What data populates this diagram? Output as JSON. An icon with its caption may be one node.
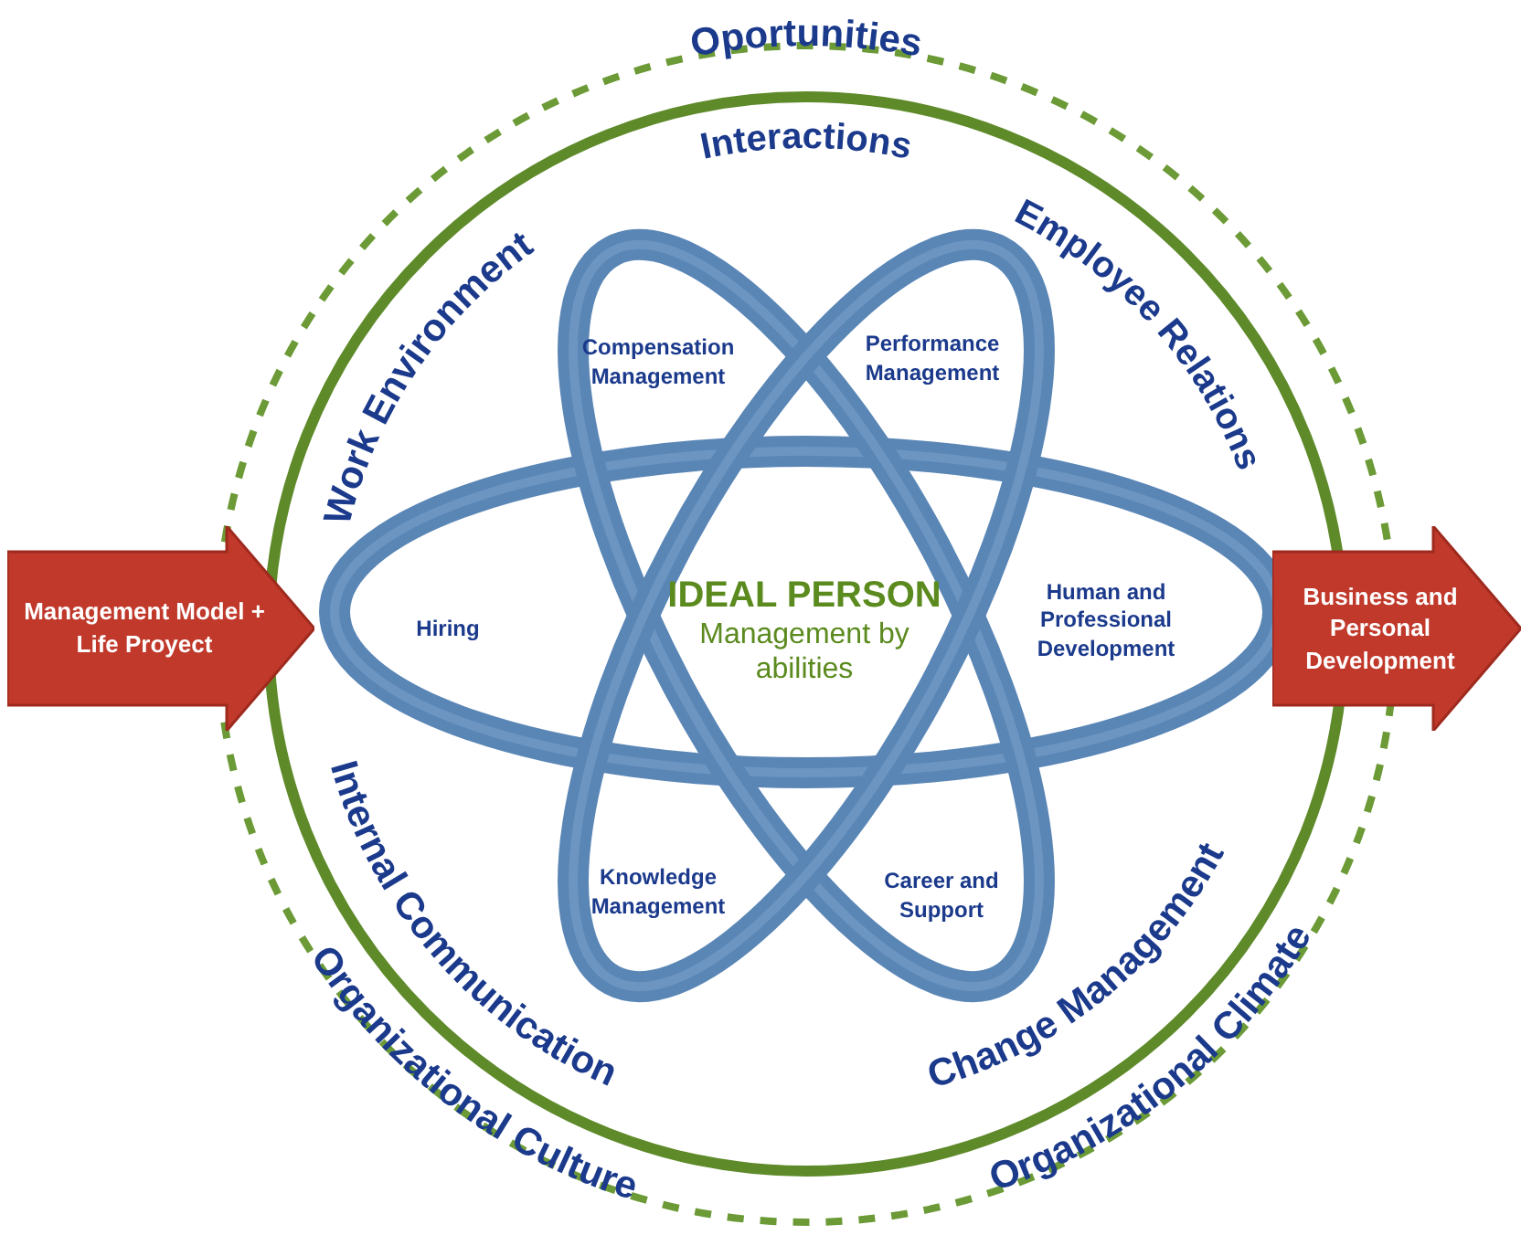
{
  "diagram": {
    "nodes": [
      {
        "text": [
          "Compensation Management"
        ]
      },
      {
        "text": [
          "Performance Management"
        ]
      },
      {
        "text": [
          "Management Model + Life Proyect"
        ]
      },
      {
        "text": [
          "Hiring"
        ]
      },
      {
        "text": [
          "IDEAL PERSON",
          "Management by abilities"
        ]
      },
      {
        "text": [
          "Human and Professional Development"
        ]
      },
      {
        "text": [
          "Business and Personal Development"
        ]
      },
      {
        "text": [
          "Knowledge Management"
        ]
      },
      {
        "text": [
          "Career and Support"
        ]
      }
    ],
    "labels": [
      "Oportunities",
      "Interactions",
      "Work Environment",
      "Employee Relations",
      "Internal Communication",
      "Change Management",
      "Organizational Culture",
      "Organizational Climate"
    ]
  }
}
